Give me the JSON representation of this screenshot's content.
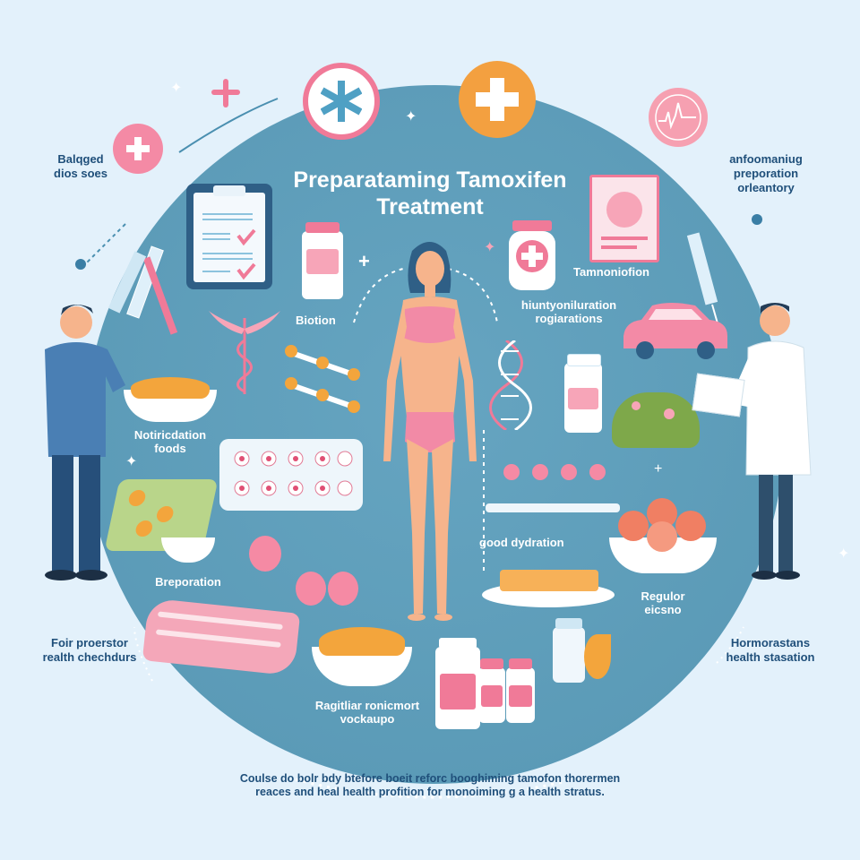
{
  "title": {
    "line1": "Preparataming Tamoxifen",
    "line2": "Treatment"
  },
  "side_labels": {
    "top_left": {
      "line1": "Balqged",
      "line2": "dios soes"
    },
    "top_right": {
      "line1": "anfoomaniug",
      "line2": "preporation",
      "line3": "orleantory"
    },
    "bottom_left": {
      "line1": "Foir proerstor",
      "line2": "realth chechdurs"
    },
    "bottom_right": {
      "line1": "Hormorastans",
      "line2": "health stasation"
    }
  },
  "inner_labels": {
    "biotion": "Biotion",
    "tamoxifen": "Tamnoniofion",
    "hydration_reg": {
      "line1": "hiuntyoniluration",
      "line2": "rogiarations"
    },
    "nutrition_foods": {
      "line1": "Notiricdation",
      "line2": "foods"
    },
    "preparation": "Breporation",
    "good_hydration": "good dydration",
    "regular_exercise": {
      "line1": "Regulor",
      "line2": "eicsno"
    },
    "regular_checkup": {
      "line1": "Ragitliar ronicmort",
      "line2": "vockaupo"
    }
  },
  "footer": {
    "line1": "Coulse do bolr bdy btefore boeit reforc booghiming tamofon thorermen",
    "line2": "reaces and heal health profition for monoiming g a health stratus."
  },
  "icons": {
    "top_badge_1": "asterisk-medical-icon",
    "top_badge_2": "plus-coin-icon",
    "top_left_badge": "plus-icon",
    "top_right_badge": "heartbeat-icon",
    "clipboard": "clipboard-checklist-icon",
    "caduceus": "caduceus-icon",
    "dna": "dna-icon",
    "car": "car-icon"
  },
  "colors": {
    "background": "#e3f1fb",
    "circle": "#5c9fbd",
    "pink": "#f07a98",
    "orange": "#f3a53c",
    "text_dark": "#1f4f7a"
  }
}
